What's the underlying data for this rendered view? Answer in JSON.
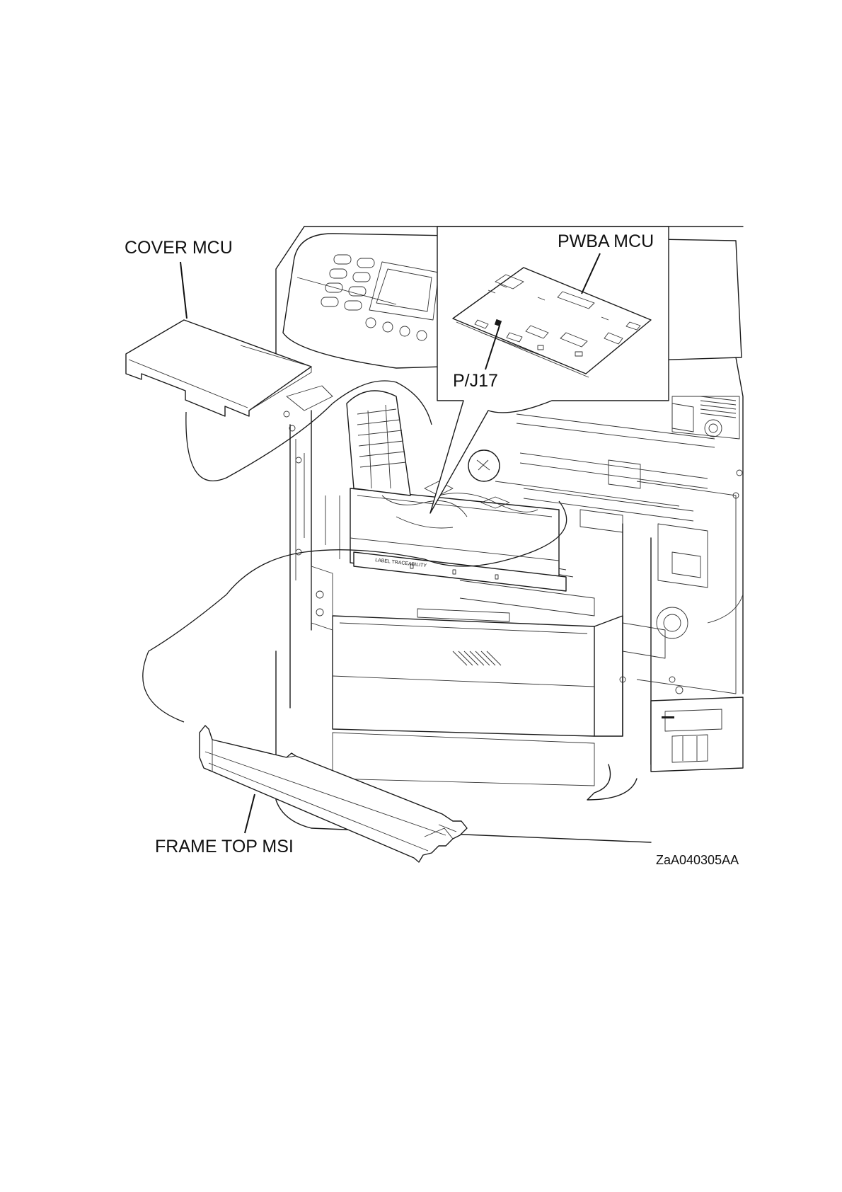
{
  "diagram": {
    "callouts": {
      "cover_mcu": "COVER MCU",
      "pwba_mcu": "PWBA MCU",
      "pj17": "P/J17",
      "frame_top_msi": "FRAME TOP MSI"
    },
    "figure_id": "ZaA040305AA",
    "board_label": "LABEL TRACEABILITY"
  }
}
